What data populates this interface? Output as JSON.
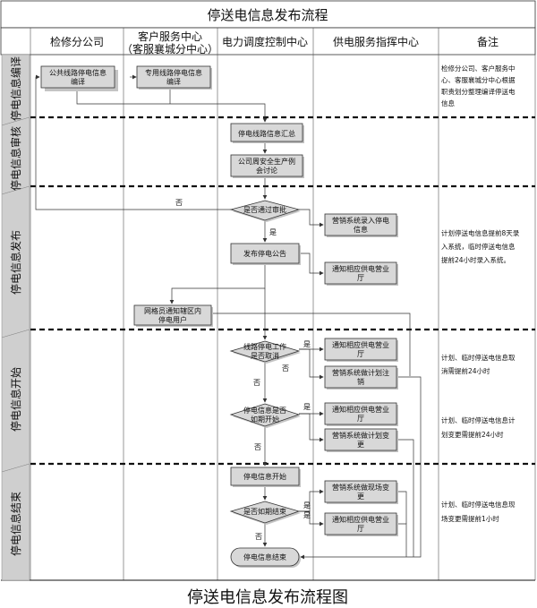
{
  "title": "停送电信息发布流程",
  "caption": "停送电信息发布流程图",
  "columns": [
    "检修分公司",
    "客户服务中心",
    "（客服襄城分中心）",
    "电力调度控制中心",
    "供电服务指挥中心",
    "备注"
  ],
  "phases": [
    "停电信息编译",
    "停电信息审核",
    "停电信息发布",
    "停电信息开始",
    "停电信息结束"
  ],
  "nodes": {
    "n1": [
      "公共线路停电信息",
      "编译"
    ],
    "n2": [
      "专用线路停电信息",
      "编译"
    ],
    "n3": [
      "停电线路信息汇总"
    ],
    "n4": [
      "公司周安全生产例",
      "会讨论"
    ],
    "n5": [
      "是否通过审批"
    ],
    "n6": [
      "营销系统录入停电",
      "信息"
    ],
    "n7": [
      "发布停电公告"
    ],
    "n8": [
      "通知相应供电营业",
      "厅"
    ],
    "n9": [
      "网格员通知辖区内",
      "停电用户"
    ],
    "n10": [
      "线路停电工作",
      "是否取消"
    ],
    "n11": [
      "通知相应供电营业",
      "厅"
    ],
    "n12": [
      "营销系统做计划注",
      "销"
    ],
    "n13": [
      "停电信息是否",
      "如期开始"
    ],
    "n14": [
      "通知相应供电营业",
      "厅"
    ],
    "n15": [
      "营销系统做计划变",
      "更"
    ],
    "n16": [
      "停电信息开始"
    ],
    "n17": [
      "营销系统做现场变",
      "更"
    ],
    "n18": [
      "是否如期结束"
    ],
    "n19": [
      "通知相应供电营业",
      "厅"
    ],
    "n20": [
      "停电信息结束"
    ]
  },
  "edge_labels": {
    "no1": "否",
    "yes1": "是",
    "yes2": "是",
    "no2": "否",
    "no3": "否",
    "yes3": "是",
    "no4": "否",
    "yes4": "是",
    "no5": "否",
    "yes5": "是"
  },
  "notes": {
    "note1": [
      "检修分公司、客户服务中",
      "心、客服襄城分中心根据",
      "职责划分整理编译停送电",
      "信息"
    ],
    "note2": [
      "计划停送电信息提前8天录",
      "入系统，临时停送电信息",
      "提前24小时录入系统。"
    ],
    "note3": [
      "计划、临时停送电信息取",
      "消需提前24小时"
    ],
    "note4": [
      "计划、临时停送电信息计",
      "划变更需提前24小时"
    ],
    "note5": [
      "计划、临时停送电信息现",
      "场变更需提前1小时"
    ]
  }
}
